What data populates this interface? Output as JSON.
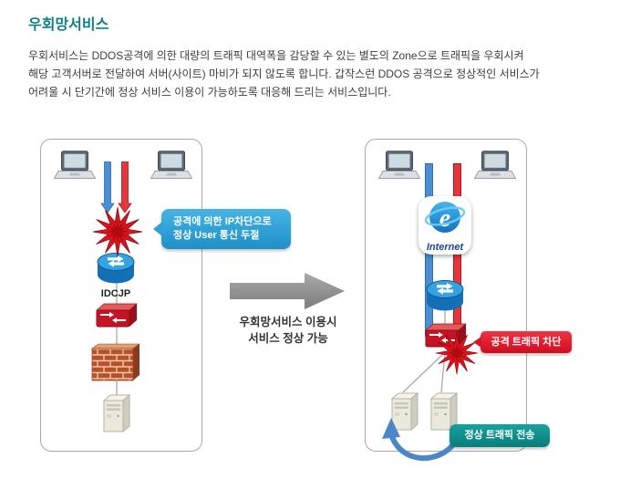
{
  "header": {
    "title": "우회망서비스",
    "description_lines": [
      "우회서비스는 DDOS공격에 의한 대량의 트래픽 대역폭을 감당할 수 있는 별도의 Zone으로 트래픽을 우회시켜",
      "해당 고객서버로 전달하여 서버(사이트) 마비가 되지 않도록 합니다. 갑작스런 DDOS 공격으로 정상적인 서비스가",
      "어려울 시 단기간에 정상 서비스 이용이 가능하도록 대응해 드리는 서비스입니다."
    ]
  },
  "before": {
    "callout_line1": "공격에 의한 IP차단으로",
    "callout_line2": "정상 User 통신 두절",
    "router_label": "IDCJP"
  },
  "transition": {
    "caption_line1": "우회망서비스 이용시",
    "caption_line2": "서비스 정상 가능"
  },
  "after": {
    "internet_label": "Internet",
    "attack_callout_label": "공격 트래픽 차단",
    "normal_callout_label": "정상 트래픽 전송"
  },
  "colors": {
    "title_teal": "#0c8182",
    "callout_blue": "#2ba3d8",
    "callout_red": "#d91425",
    "callout_teal": "#0f8f8b",
    "arrow_blue": "#4a8fd4",
    "arrow_red": "#e6353d",
    "transition_gray": "#8f8f8f"
  }
}
